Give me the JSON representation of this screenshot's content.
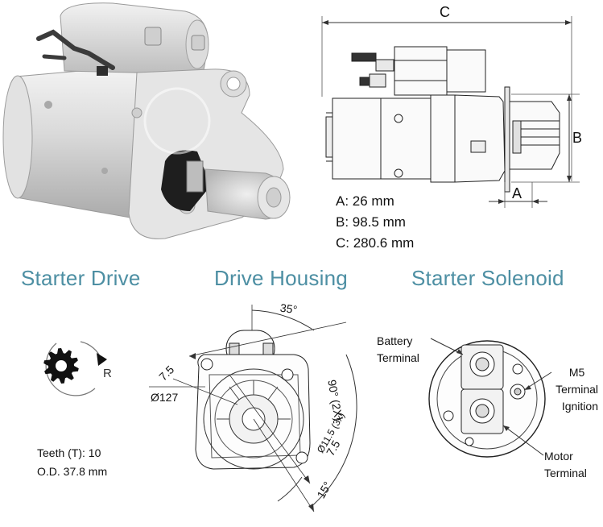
{
  "dimensions": {
    "overall_letter": "C",
    "height_letter": "B",
    "offset_letter": "A",
    "lines": [
      "A: 26 mm",
      "B: 98.5 mm",
      "C: 280.6 mm"
    ]
  },
  "sections": {
    "drive": "Starter Drive",
    "housing": "Drive Housing",
    "solenoid": "Starter Solenoid"
  },
  "drive": {
    "rotation_label": "R",
    "teeth": "Teeth (T):  10",
    "od": "O.D. 37.8 mm"
  },
  "housing": {
    "angle_top": "35°",
    "offset_left": "7.5",
    "diameter": "Ø127",
    "hole_dia": "Ø11.5",
    "hole_count": "(3x)",
    "offset_right": "7.5",
    "angle_right": "90° (2X)",
    "angle_bottom": "15°"
  },
  "solenoid": {
    "battery_1": "Battery",
    "battery_2": "Terminal",
    "m5_1": "M5",
    "m5_2": "Terminal",
    "m5_3": "Ignition",
    "motor_1": "Motor",
    "motor_2": "Terminal"
  }
}
